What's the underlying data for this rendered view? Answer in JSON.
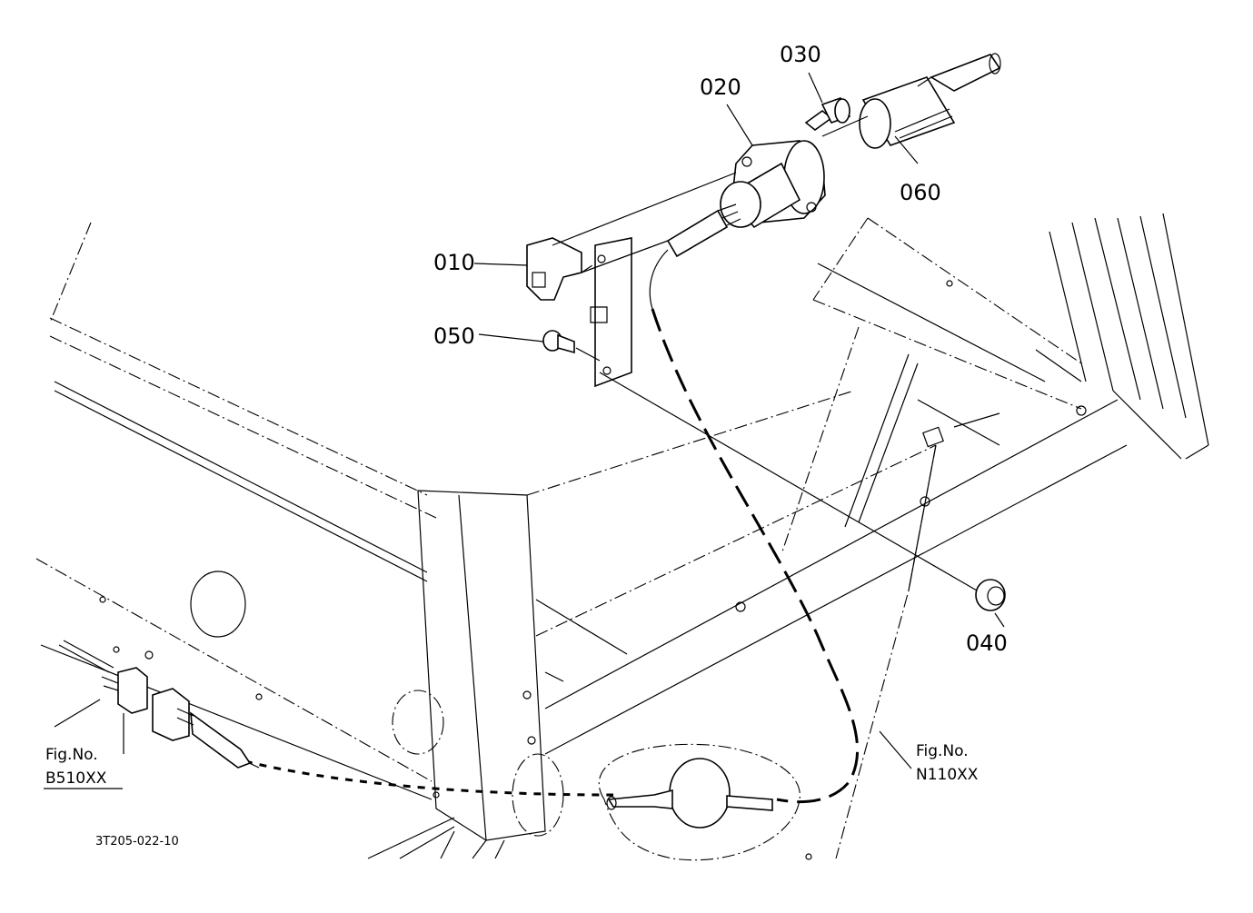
{
  "diagram": {
    "drawing_code": "3T205-022-10",
    "parts": [
      {
        "callout": "010"
      },
      {
        "callout": "020"
      },
      {
        "callout": "030"
      },
      {
        "callout": "040"
      },
      {
        "callout": "050"
      },
      {
        "callout": "060"
      }
    ],
    "references": [
      {
        "line1": "Fig.No.",
        "line2": "B510XX"
      },
      {
        "line1": "Fig.No.",
        "line2": "N110XX"
      }
    ]
  }
}
